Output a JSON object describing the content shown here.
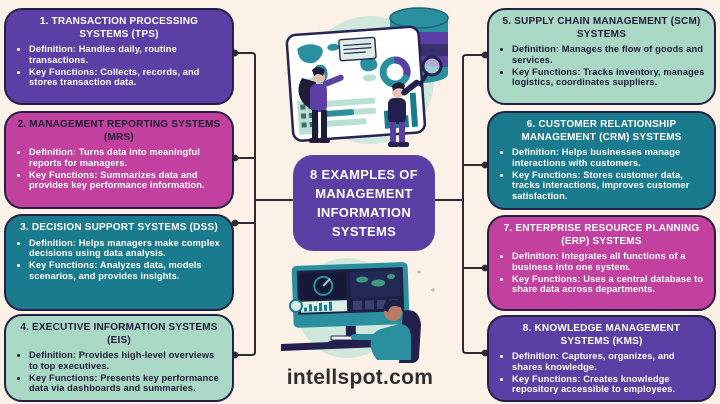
{
  "palette": {
    "background": "#fcf1e7",
    "purple": "#5b3fa5",
    "magenta": "#c2419e",
    "teal": "#1b7b8e",
    "mint": "#a9d8c5",
    "box_outline": "#241f45",
    "connector": "#2f2b33",
    "dark_text": "#1e1b38",
    "light_text": "#ffffff"
  },
  "center": {
    "title_lines": [
      "8 EXAMPLES OF",
      "MANAGEMENT",
      "INFORMATION",
      "SYSTEMS"
    ],
    "website": "intellspot.com",
    "icons": [
      "dashboard-team-illustration",
      "database-icon",
      "magnifier-icon",
      "analyst-monitor-illustration"
    ]
  },
  "cards": [
    {
      "title": "1. TRANSACTION PROCESSING SYSTEMS (TPS)",
      "color": "purple",
      "bullets": [
        "Definition: Handles daily, routine transactions.",
        "Key Functions: Collects, records, and stores transaction data."
      ]
    },
    {
      "title": "2. MANAGEMENT REPORTING SYSTEMS (MRS)",
      "color": "magenta",
      "bullets": [
        "Definition: Turns data into meaningful reports for managers.",
        "Key Functions: Summarizes data and provides key performance information."
      ]
    },
    {
      "title": "3. DECISION SUPPORT SYSTEMS (DSS)",
      "color": "teal",
      "bullets": [
        "Definition: Helps managers make complex decisions using data analysis.",
        "Key Functions: Analyzes data, models scenarios, and provides insights."
      ]
    },
    {
      "title": "4. EXECUTIVE INFORMATION SYSTEMS (EIS)",
      "color": "mint",
      "bullets": [
        "Definition: Provides high-level overviews to top executives.",
        "Key Functions: Presents key performance data via dashboards and summaries."
      ]
    },
    {
      "title": "5. SUPPLY CHAIN MANAGEMENT (SCM) SYSTEMS",
      "color": "mint",
      "bullets": [
        "Definition: Manages the flow of goods and services.",
        "Key Functions: Tracks inventory, manages logistics, coordinates suppliers."
      ]
    },
    {
      "title": "6. CUSTOMER RELATIONSHIP MANAGEMENT (CRM) SYSTEMS",
      "color": "teal",
      "bullets": [
        "Definition: Helps businesses manage interactions with customers.",
        "Key Functions: Stores customer data, tracks interactions, improves customer satisfaction."
      ]
    },
    {
      "title": "7. ENTERPRISE RESOURCE PLANNING (ERP) SYSTEMS",
      "color": "magenta",
      "bullets": [
        "Definition: Integrates all functions of a business into one system.",
        "Key Functions: Uses a central database to share data across departments."
      ]
    },
    {
      "title": "8. KNOWLEDGE MANAGEMENT SYSTEMS (KMS)",
      "color": "purple",
      "bullets": [
        "Definition: Captures, organizes, and shares knowledge.",
        "Key Functions: Creates knowledge repository accessible to employees."
      ]
    }
  ]
}
